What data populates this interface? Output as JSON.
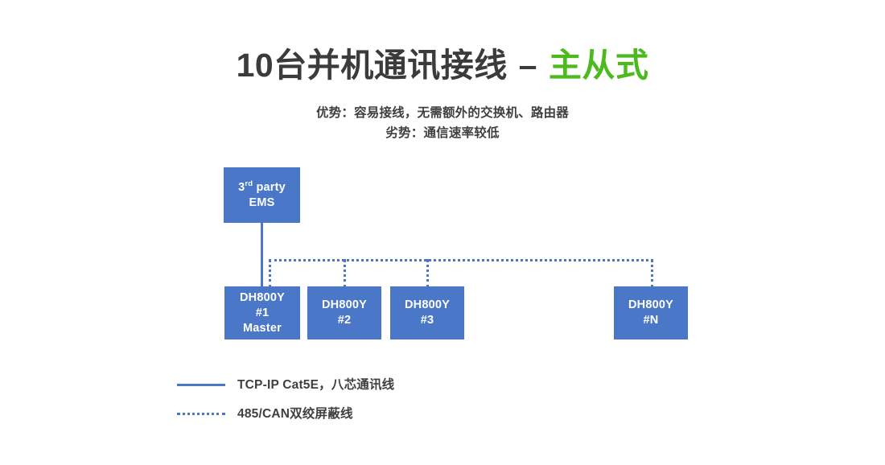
{
  "title": {
    "main": "10台并机通讯接线",
    "dash": "–",
    "accent": "主从式",
    "accent_color": "#4cba1f",
    "main_color": "#3b3b3b"
  },
  "subtitle": {
    "line1": "优势：容易接线，无需额外的交换机、路由器",
    "line2": "劣势：通信速率较低"
  },
  "diagram": {
    "node_color": "#4a77c8",
    "line_color": "#4a77c8",
    "nodes": [
      {
        "id": "ems",
        "line1": "3",
        "sup": "rd",
        "line1_rest": " party",
        "line2": "EMS"
      },
      {
        "id": "dh1",
        "text": "DH800Y\n#1\nMaster"
      },
      {
        "id": "dh2",
        "text": "DH800Y\n#2"
      },
      {
        "id": "dh3",
        "text": "DH800Y\n#3"
      },
      {
        "id": "dhn",
        "text": "DH800Y\n#N"
      }
    ]
  },
  "legend": {
    "items": [
      {
        "style": "solid",
        "label": "TCP-IP Cat5E，八芯通讯线"
      },
      {
        "style": "dotted",
        "label": "485/CAN双绞屏蔽线"
      }
    ]
  }
}
